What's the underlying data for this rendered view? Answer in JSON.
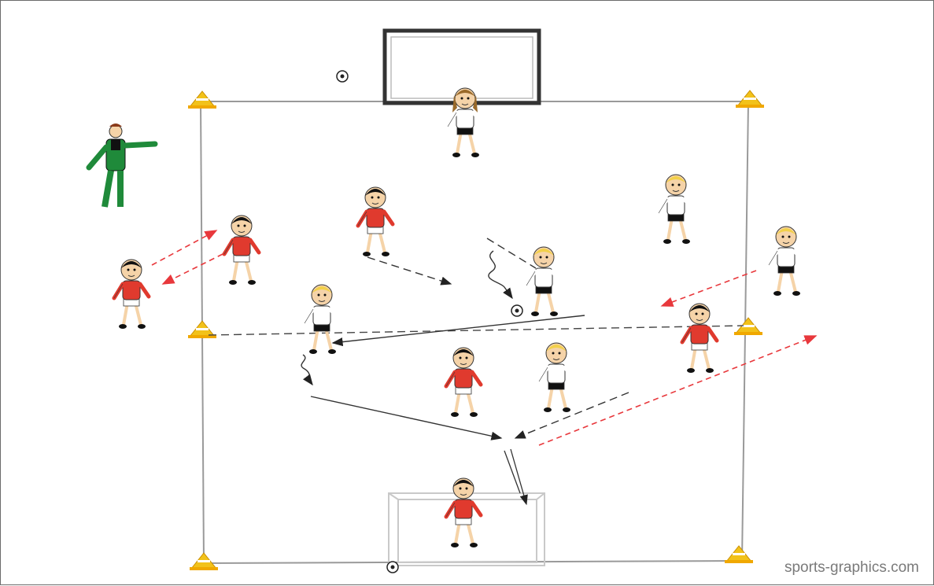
{
  "credit": "sports-graphics.com",
  "colors": {
    "red_team": "#e03a2e",
    "white_team": "#ffffff",
    "coach_green": "#1f8a3a",
    "cone": "#f2c21a",
    "pass_red": "#e8383c",
    "pass_black": "#222222",
    "skin": "#f5d3a8"
  },
  "players": [
    {
      "team": "white",
      "hair": "brown-long",
      "role": "goalkeeper-top"
    },
    {
      "team": "red",
      "hair": "black",
      "role": "field"
    },
    {
      "team": "red",
      "hair": "black",
      "role": "field"
    },
    {
      "team": "red",
      "hair": "black",
      "role": "outside-left"
    },
    {
      "team": "white",
      "hair": "blond",
      "role": "field"
    },
    {
      "team": "white",
      "hair": "blond",
      "role": "field"
    },
    {
      "team": "white",
      "hair": "blond",
      "role": "outside-right"
    },
    {
      "team": "white",
      "hair": "blond",
      "role": "field"
    },
    {
      "team": "red",
      "hair": "black",
      "role": "field"
    },
    {
      "team": "white",
      "hair": "blond",
      "role": "field"
    },
    {
      "team": "red",
      "hair": "black",
      "role": "field"
    },
    {
      "team": "red",
      "hair": "black",
      "role": "goalkeeper-bottom"
    }
  ],
  "icons": [
    "cone-icon",
    "ball-icon",
    "goal-icon",
    "coach-icon"
  ]
}
